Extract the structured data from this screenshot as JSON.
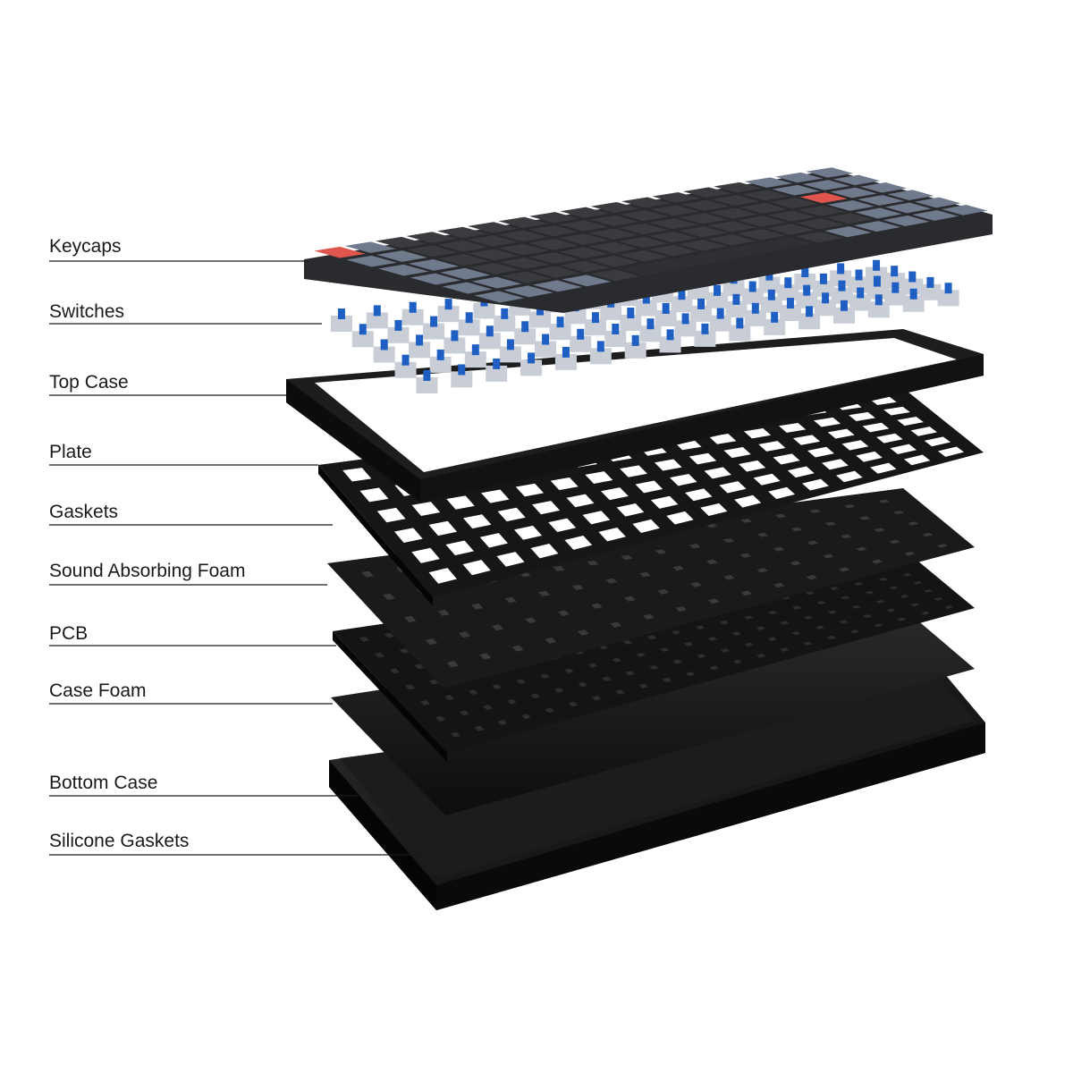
{
  "labels": [
    "Keycaps",
    "Switches",
    "Top Case",
    "Plate",
    "Gaskets",
    "Sound Absorbing Foam",
    "PCB",
    "Case Foam",
    "Bottom Case",
    "Silicone Gaskets"
  ],
  "colors": {
    "keycap_dark": "#3a3b3f",
    "keycap_blue": "#6f7a8c",
    "keycap_accent": "#e0564f",
    "switch_stem": "#1f5fc4",
    "layer_black": "#161616",
    "leader_line": "#1a1a1a"
  }
}
